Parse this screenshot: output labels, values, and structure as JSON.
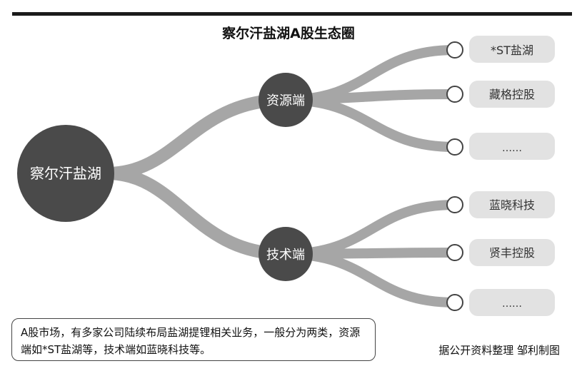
{
  "title": "察尔汗盐湖A股生态圈",
  "root": {
    "label": "察尔汗盐湖"
  },
  "branches": [
    {
      "label": "资源端",
      "leaves": [
        "*ST盐湖",
        "藏格控股",
        "……"
      ]
    },
    {
      "label": "技术端",
      "leaves": [
        "蓝晓科技",
        "贤丰控股",
        "……"
      ]
    }
  ],
  "note": "A股市场，有多家公司陆续布局盐湖提锂相关业务，一般分为两类，资源端如*ST盐湖等，技术端如蓝晓科技等。",
  "credit": "据公开资料整理  邹利制图",
  "colors": {
    "node": "#4a4a4a",
    "branch": "#a6a6a6",
    "leaf_box": "#e2e2e2",
    "rule": "#1a1a1a"
  }
}
